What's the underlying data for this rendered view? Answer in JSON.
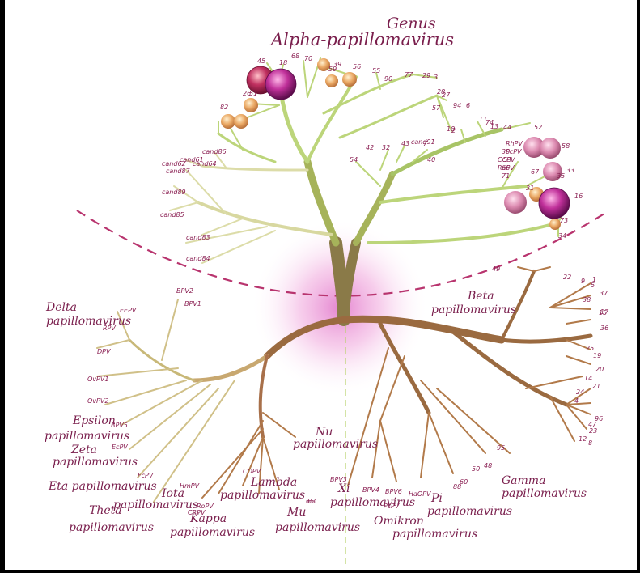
{
  "colors": {
    "alpha_branch": "#b8d36a",
    "trunk": "#8a6a3a",
    "lower_branch": "#b27a4a",
    "label": "#7a1f4d",
    "dash": "#b8346e",
    "glow": "#e060c0",
    "virion_small": "#e8a860",
    "virion_large": "#b02a8a"
  },
  "genus": {
    "header": "Genus",
    "title": "Alpha-papillomavirus"
  },
  "genera": [
    {
      "id": "beta",
      "lines": [
        "Beta",
        "papillomavirus"
      ]
    },
    {
      "id": "delta",
      "lines": [
        "Delta",
        "papillomavirus"
      ]
    },
    {
      "id": "epsilon",
      "lines": [
        "Epsilon",
        "papillomavirus"
      ]
    },
    {
      "id": "zeta",
      "lines": [
        "Zeta",
        "papillomavirus"
      ]
    },
    {
      "id": "eta",
      "lines": [
        "Eta papillomavirus"
      ]
    },
    {
      "id": "theta",
      "lines": [
        "Theta",
        "papillomavirus"
      ]
    },
    {
      "id": "iota",
      "lines": [
        "Iota",
        "papillomavirus"
      ]
    },
    {
      "id": "kappa",
      "lines": [
        "Kappa",
        "papillomavirus"
      ]
    },
    {
      "id": "lambda",
      "lines": [
        "Lambda",
        "papillomavirus"
      ]
    },
    {
      "id": "mu",
      "lines": [
        "Mu",
        "papillomavirus"
      ]
    },
    {
      "id": "nu",
      "lines": [
        "Nu",
        "papillomavirus"
      ]
    },
    {
      "id": "xi",
      "lines": [
        "Xi",
        "papillomavirus"
      ]
    },
    {
      "id": "omikron",
      "lines": [
        "Omikron",
        "papillomavirus"
      ]
    },
    {
      "id": "pi",
      "lines": [
        "Pi",
        "papillomavirus"
      ]
    },
    {
      "id": "gamma",
      "lines": [
        "Gamma",
        "papillomavirus"
      ]
    }
  ],
  "tips": [
    "45",
    "18",
    "68",
    "70",
    "59",
    "39",
    "56",
    "55",
    "90",
    "77",
    "29",
    "3",
    "28",
    "10",
    "2",
    "57",
    "27",
    "94",
    "6",
    "11",
    "74",
    "13",
    "44",
    "7",
    "40",
    "32",
    "42",
    "43",
    "cand91",
    "54",
    "34",
    "73",
    "16",
    "35",
    "31",
    "52",
    "67",
    "33",
    "58",
    "26",
    "51",
    "82",
    "cand86",
    "cand87",
    "cand89",
    "cand85",
    "cand83",
    "cand84",
    "30",
    "53",
    "66",
    "71",
    "cand62",
    "cand61",
    "cand64",
    "RhPV",
    "PcPV",
    "CCPV",
    "RaPV",
    "BPV2",
    "BPV1",
    "EEPV",
    "RPV",
    "DPV",
    "OvPV1",
    "OvPV2",
    "BPV5",
    "EcPV",
    "FcPV",
    "COPV",
    "HmPV",
    "RoPV",
    "CRPV",
    "BPV3",
    "BPV4",
    "BPV6",
    "HaOPV",
    "PsPV",
    "5",
    "20",
    "8",
    "24",
    "25",
    "36",
    "37",
    "38",
    "9",
    "15",
    "17",
    "22",
    "23",
    "49",
    "4",
    "65",
    "95",
    "48",
    "50",
    "60",
    "88",
    "1",
    "63",
    "12",
    "47",
    "14",
    "19",
    "21",
    "96"
  ]
}
